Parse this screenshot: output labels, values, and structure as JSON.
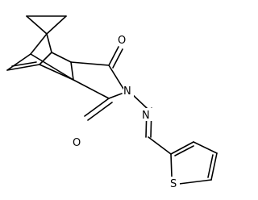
{
  "atoms": {
    "o_top": "O",
    "o_bottom": "O",
    "n_imide": "N",
    "n_imine": "N",
    "s_thiophene": "S"
  }
}
